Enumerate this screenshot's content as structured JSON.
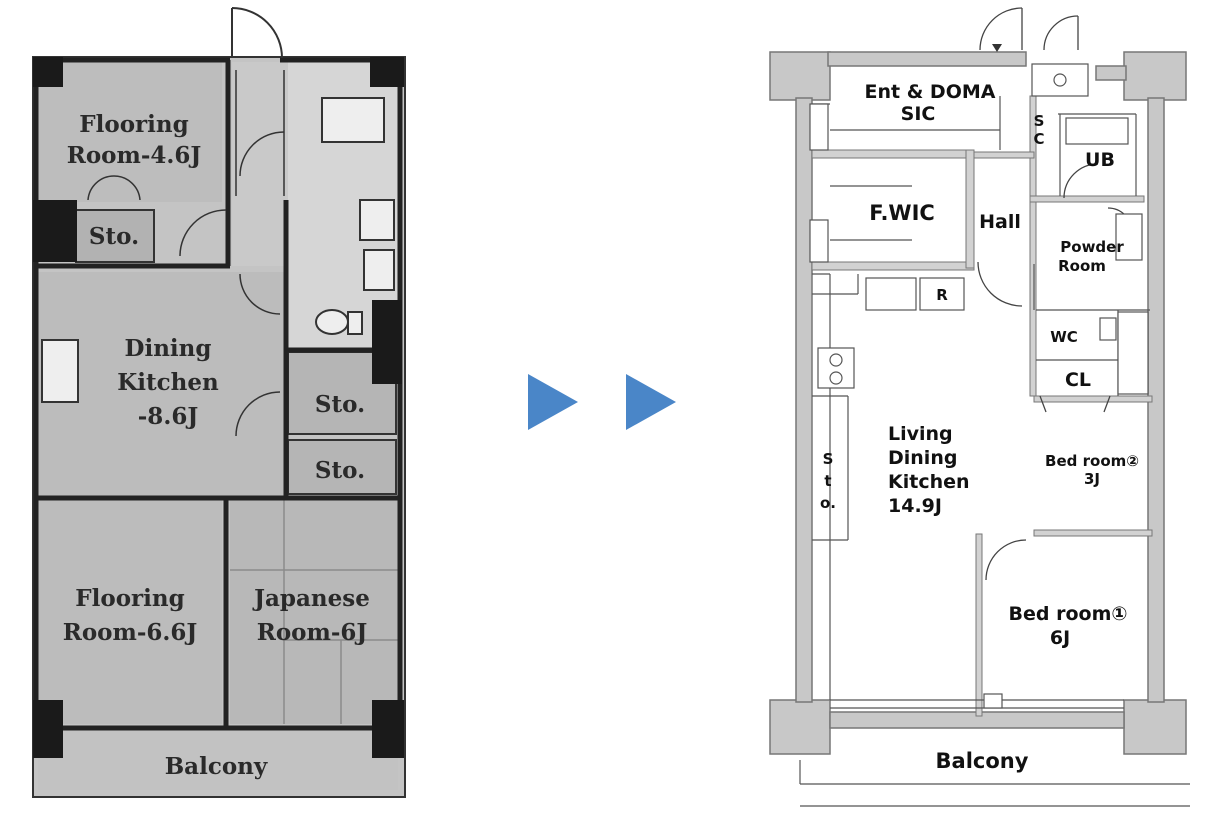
{
  "before_plan": {
    "rooms": {
      "flooring_small": [
        "Flooring",
        "Room-4.6J"
      ],
      "storage_top": "Sto.",
      "dining": [
        "Dining",
        "Kitchen",
        "-8.6J"
      ],
      "storage_mid": "Sto.",
      "storage_low": "Sto.",
      "flooring_large": [
        "Flooring",
        "Room-6.6J"
      ],
      "japanese": [
        "Japanese",
        "Room-6J"
      ],
      "balcony": "Balcony"
    }
  },
  "after_plan": {
    "rooms": {
      "entrance": [
        "Ent & DOMA",
        "SIC"
      ],
      "sc": [
        "S",
        "C"
      ],
      "ub": "UB",
      "fwic": "F.WIC",
      "hall": "Hall",
      "powder": [
        "Powder",
        "Room"
      ],
      "r": "R",
      "wc": "WC",
      "cl": "CL",
      "sto": [
        "S",
        "t",
        "o."
      ],
      "ldk": [
        "Living",
        "Dining",
        "Kitchen",
        "14.9J"
      ],
      "bed2": [
        "Bed room②",
        "3J"
      ],
      "bed1": [
        "Bed room①",
        "6J"
      ],
      "balcony": "Balcony"
    }
  },
  "colors": {
    "arrow": "#4a86c8",
    "old_wall": "#222222",
    "old_fill": "#b9b9b9",
    "new_wall": "#c8c8c8"
  }
}
